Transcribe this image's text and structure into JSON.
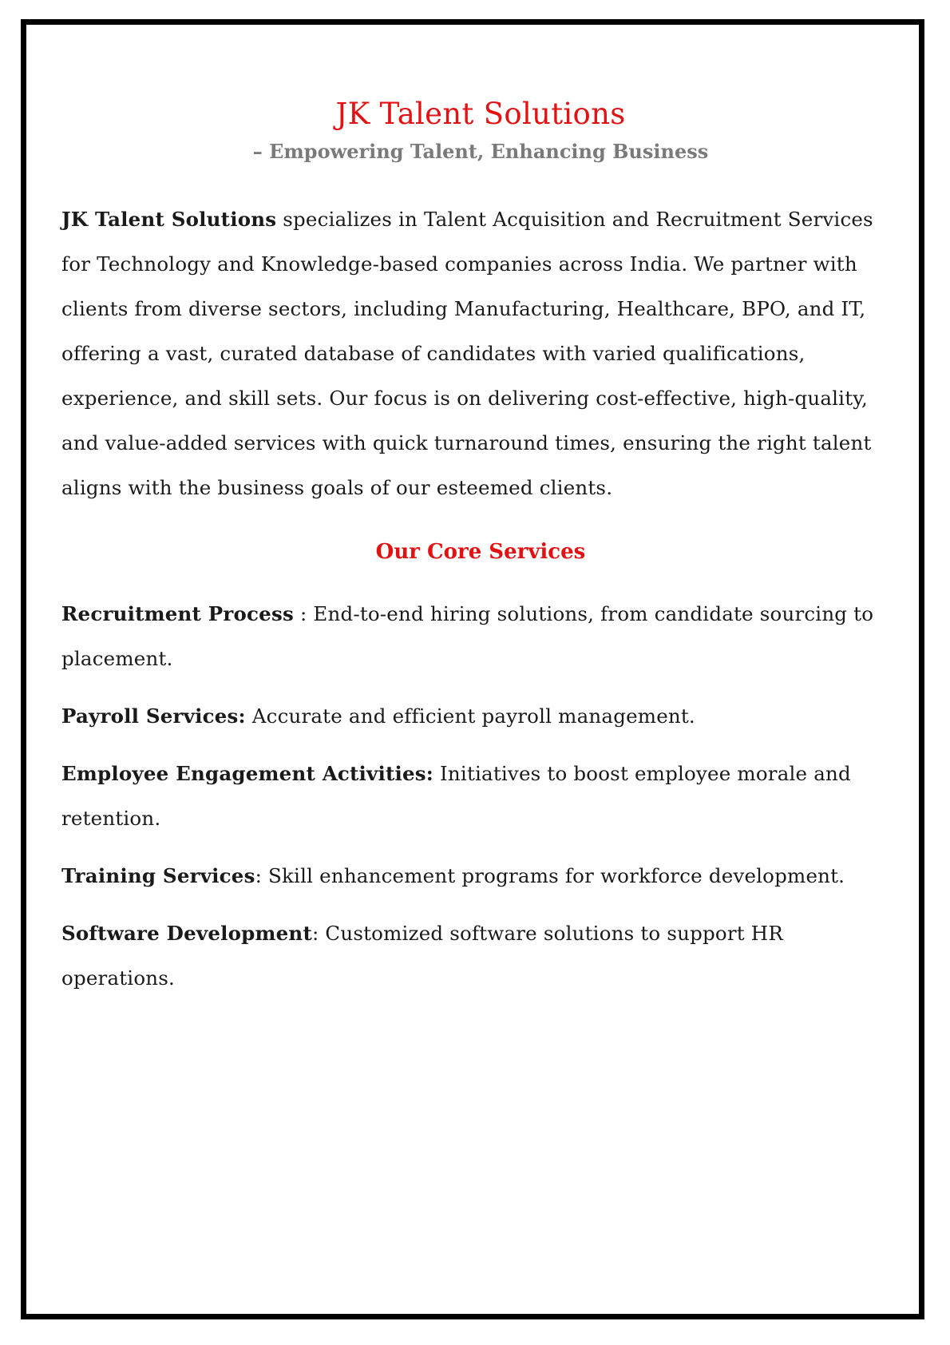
{
  "header": {
    "title": "JK Talent Solutions",
    "subtitle": "– Empowering Talent, Enhancing Business"
  },
  "intro": {
    "company_name": "JK Talent Solutions",
    "text": " specializes in Talent Acquisition and Recruitment Services for Technology and Knowledge-based companies across India. We partner with clients from diverse sectors, including Manufacturing, Healthcare, BPO, and IT, offering a vast, curated database of candidates with varied qualifications, experience, and skill sets. Our focus is on delivering cost-effective, high-quality, and value-added services with quick turnaround times, ensuring the right talent aligns with the business goals of our esteemed clients."
  },
  "services": {
    "title": "Our Core Services",
    "items": [
      {
        "name": "Recruitment Process",
        "sep": " : ",
        "description": "End-to-end hiring solutions, from candidate sourcing to placement."
      },
      {
        "name": "Payroll Services:",
        "sep": " ",
        "description": "Accurate and efficient payroll management."
      },
      {
        "name": "Employee Engagement Activities:",
        "sep": " ",
        "description": "Initiatives to boost employee morale and retention."
      },
      {
        "name": "Training Services",
        "sep": ": ",
        "description": "Skill enhancement programs for workforce development."
      },
      {
        "name": "Software Development",
        "sep": ": ",
        "description": "Customized software solutions to support HR operations."
      }
    ]
  },
  "colors": {
    "accent": "#e31212",
    "subtitle": "#7a7a7a",
    "border": "#000000"
  }
}
